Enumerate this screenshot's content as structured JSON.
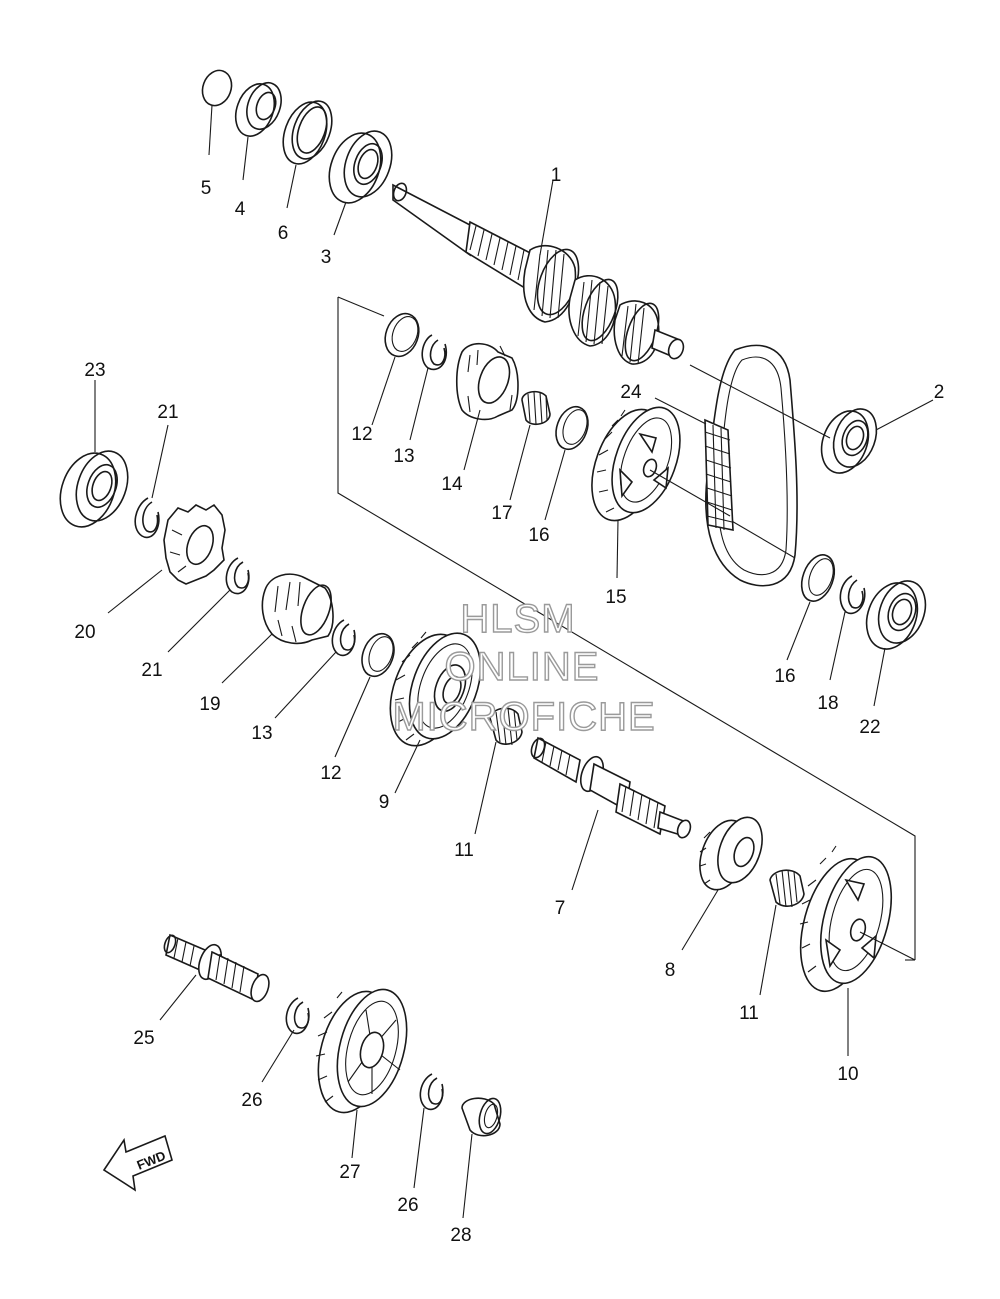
{
  "diagram": {
    "callouts": [
      {
        "id": "1",
        "text": "1"
      },
      {
        "id": "2",
        "text": "2"
      },
      {
        "id": "3",
        "text": "3"
      },
      {
        "id": "4",
        "text": "4"
      },
      {
        "id": "5",
        "text": "5"
      },
      {
        "id": "6",
        "text": "6"
      },
      {
        "id": "7",
        "text": "7"
      },
      {
        "id": "8",
        "text": "8"
      },
      {
        "id": "9",
        "text": "9"
      },
      {
        "id": "10",
        "text": "10"
      },
      {
        "id": "11a",
        "text": "11"
      },
      {
        "id": "11b",
        "text": "11"
      },
      {
        "id": "12a",
        "text": "12"
      },
      {
        "id": "12b",
        "text": "12"
      },
      {
        "id": "13a",
        "text": "13"
      },
      {
        "id": "13b",
        "text": "13"
      },
      {
        "id": "14",
        "text": "14"
      },
      {
        "id": "15",
        "text": "15"
      },
      {
        "id": "16a",
        "text": "16"
      },
      {
        "id": "16b",
        "text": "16"
      },
      {
        "id": "17",
        "text": "17"
      },
      {
        "id": "18",
        "text": "18"
      },
      {
        "id": "19",
        "text": "19"
      },
      {
        "id": "20",
        "text": "20"
      },
      {
        "id": "21a",
        "text": "21"
      },
      {
        "id": "21b",
        "text": "21"
      },
      {
        "id": "22",
        "text": "22"
      },
      {
        "id": "23",
        "text": "23"
      },
      {
        "id": "24",
        "text": "24"
      },
      {
        "id": "25",
        "text": "25"
      },
      {
        "id": "26a",
        "text": "26"
      },
      {
        "id": "26b",
        "text": "26"
      },
      {
        "id": "27",
        "text": "27"
      },
      {
        "id": "28",
        "text": "28"
      }
    ],
    "watermark": {
      "line1": "HLSM",
      "line2": "ONLINE",
      "line3": "MICROFICHE"
    },
    "direction_badge": "FWD"
  }
}
